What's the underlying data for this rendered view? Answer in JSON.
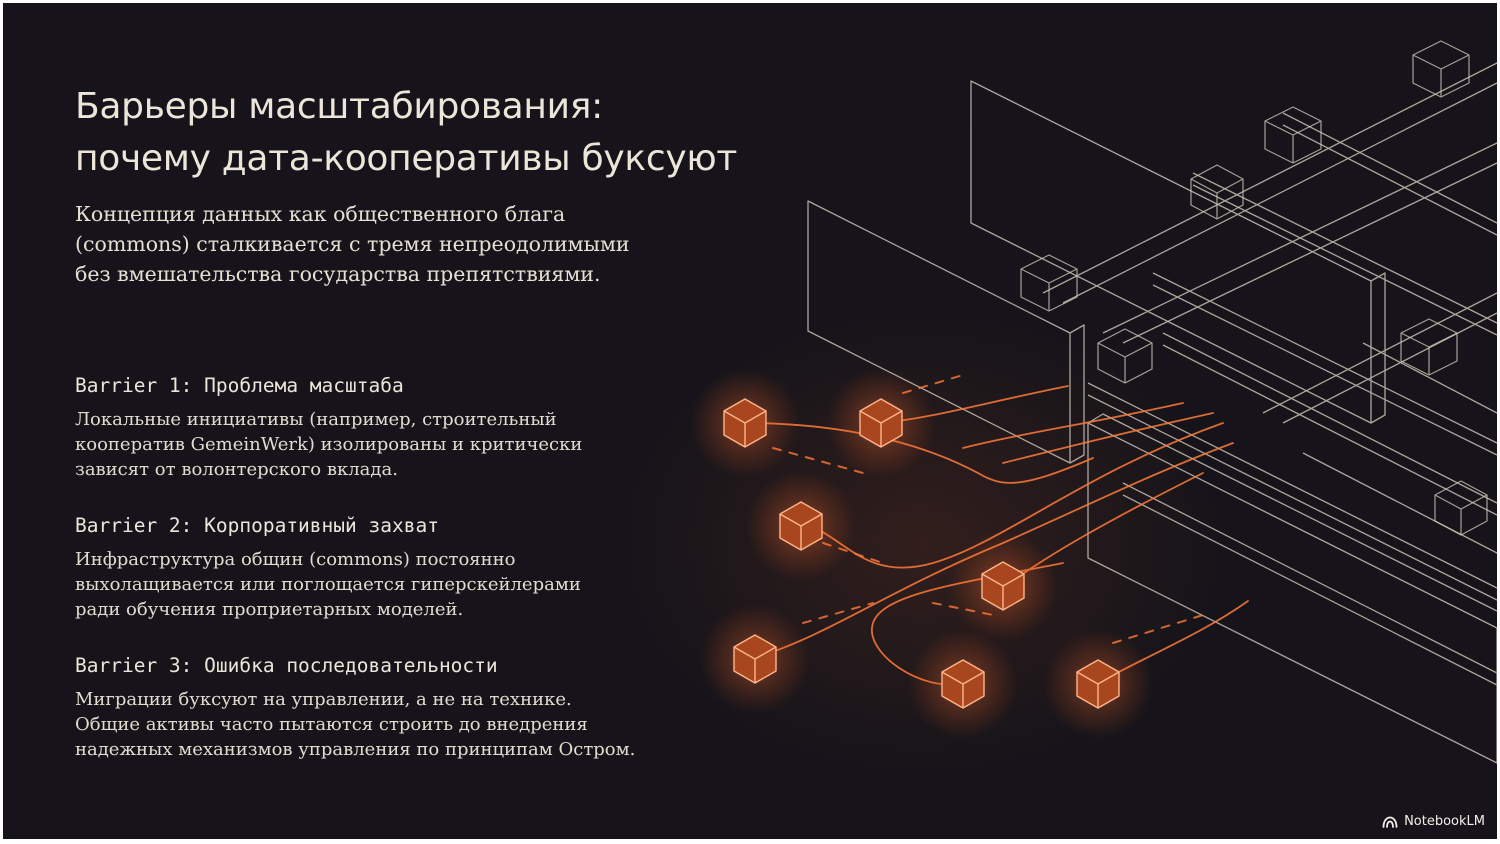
{
  "slide": {
    "title_lines": [
      "Барьеры масштабирования:",
      "почему дата-кооперативы буксуют"
    ],
    "subtitle_lines": [
      "Концепция данных как общественного блага",
      "(commons) сталкивается с тремя непреодолимыми",
      "без вмешательства государства препятствиями."
    ],
    "barriers": [
      {
        "heading": "Barrier 1: Проблема масштаба",
        "lines": [
          "Локальные инициативы (например, строительный",
          "кооператив GemeinWerk) изолированы и критически",
          "зависят от волонтерского вклада."
        ]
      },
      {
        "heading": "Barrier 2: Корпоративный захват",
        "lines": [
          "Инфраструктура общин (commons) постоянно",
          "выхолащивается или поглощается гиперскейлерами",
          "ради обучения проприетарных моделей."
        ]
      },
      {
        "heading": "Barrier 3: Ошибка последовательности",
        "lines": [
          "Миграции буксуют на управлении, а не на технике.",
          "Общие активы часто пытаются строить до внедрения",
          "надежных механизмов управления по принципам Остром."
        ]
      }
    ]
  },
  "brand": {
    "label": "NotebookLM",
    "icon": "notebooklm-logo-icon"
  },
  "colors": {
    "background": "#16141a",
    "text": "#ece5da",
    "glow": "#ff7a3a",
    "line_art": "#cfc6b8"
  }
}
